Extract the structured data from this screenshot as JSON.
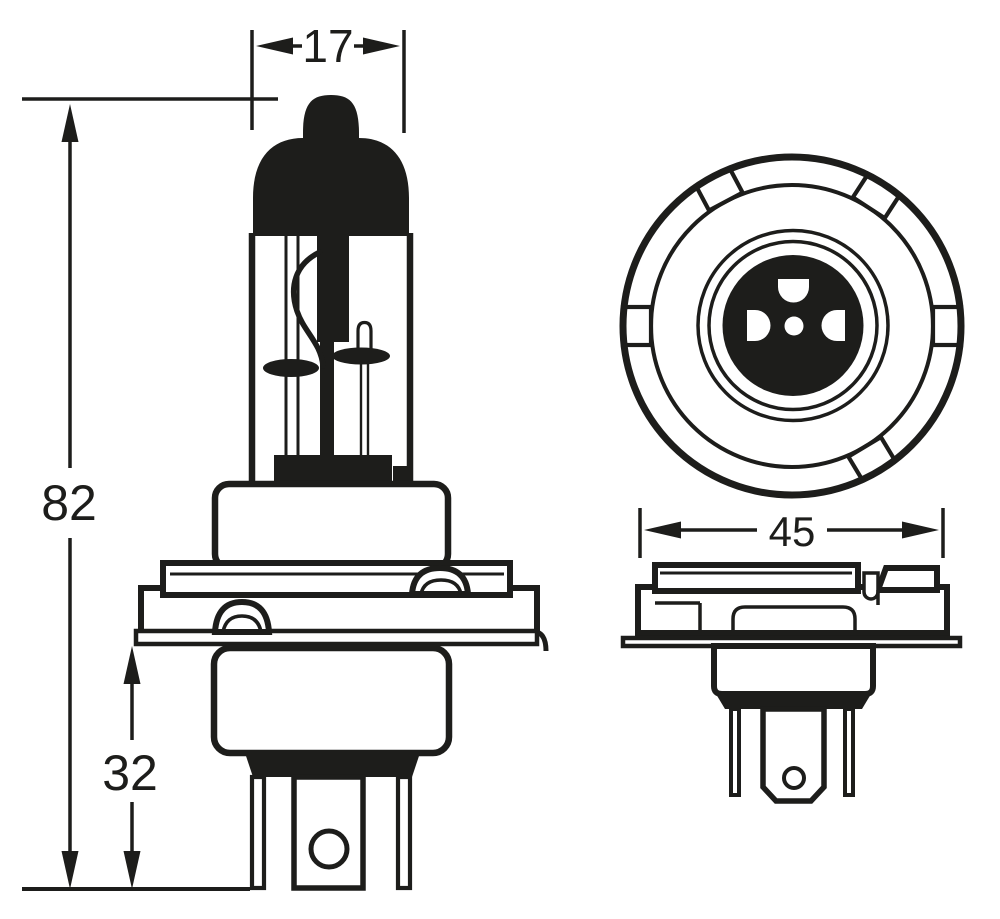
{
  "colors": {
    "ink": "#1d1d1b",
    "paper": "#ffffff"
  },
  "dimensions": {
    "tip_width": "17",
    "overall_length": "82",
    "base_length": "32",
    "flange_diameter": "45"
  }
}
